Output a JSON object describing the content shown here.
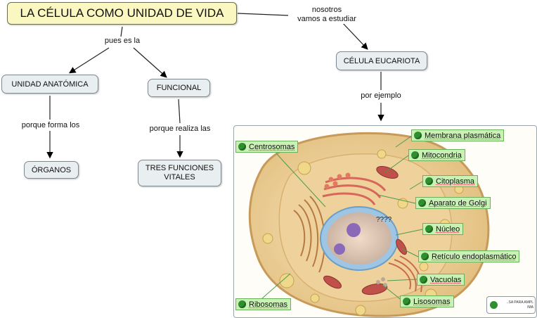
{
  "nodes": {
    "title": "LA CÉLULA COMO UNIDAD DE VIDA",
    "anatomica": "UNIDAD ANATÓMICA",
    "funcional": "FUNCIONAL",
    "organos": "ÓRGANOS",
    "funciones": "TRES FUNCIONES VITALES",
    "eucariota": "CÉLULA EUCARIOTA"
  },
  "links": {
    "pues": "pues es la",
    "nosotros": "nosotros\nvamos a estudiar",
    "porque_forma": "porque forma los",
    "porque_realiza": "porque realiza las",
    "por_ejemplo": "por ejemplo"
  },
  "cell": {
    "labels": {
      "membrana": "Membrana plasmática",
      "mitocondria": "Mitocondria",
      "citoplasma": "Citoplasma",
      "golgi": "Aparato de Golgi",
      "nucleo": "Núcleo",
      "reticulo": "Retículo endoplasmático",
      "vacuolas": "Vacuolas",
      "lisosomas": "Lisosomas",
      "centrosomas": "Centrosomas",
      "ribosomas": "Ribosomas"
    },
    "question": "????",
    "button": "..SA PARA AMPL\nIMA"
  },
  "colors": {
    "title_fill": "#fbf7c0",
    "node_fill": "#e9eef1",
    "label_fill": "#c9f1b5"
  }
}
